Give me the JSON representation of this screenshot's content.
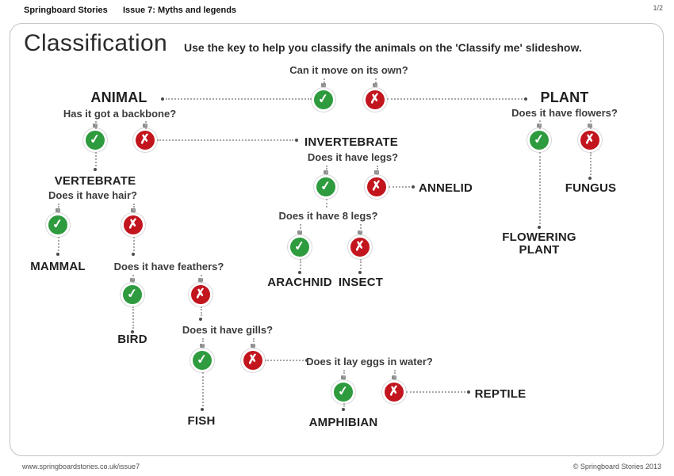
{
  "header": {
    "brand": "Springboard Stories",
    "issue": "Issue 7: Myths and legends",
    "page": "1/2"
  },
  "title": "Classification",
  "subtitle": "Use the key to help you classify the animals on the 'Classify me' slideshow.",
  "questions": {
    "move": "Can it move on its own?",
    "backbone": "Has it got a backbone?",
    "flowers": "Does it have flowers?",
    "legs": "Does it have legs?",
    "hair": "Does it have hair?",
    "eight_legs": "Does it have 8 legs?",
    "feathers": "Does it have feathers?",
    "gills": "Does it have gills?",
    "eggs": "Does it lay eggs in water?"
  },
  "labels": {
    "animal": "ANIMAL",
    "plant": "PLANT",
    "vertebrate": "VERTEBRATE",
    "invertebrate": "INVERTEBRATE",
    "annelid": "ANNELID",
    "fungus": "FUNGUS",
    "mammal": "MAMMAL",
    "arachnid": "ARACHNID",
    "insect": "INSECT",
    "flowering_plant": "FLOWERING PLANT",
    "bird": "BIRD",
    "fish": "FISH",
    "amphibian": "AMPHIBIAN",
    "reptile": "REPTILE"
  },
  "glyphs": {
    "yes": "✓",
    "no": "✗"
  },
  "colors": {
    "yes_green": "#2e9b3e",
    "no_red": "#c2151e",
    "line_gray": "#a8a8a8",
    "text_dark": "#1f1f1f"
  },
  "footer": {
    "url": "www.springboardstories.co.uk/issue7",
    "copyright": "© Springboard Stories 2013"
  }
}
